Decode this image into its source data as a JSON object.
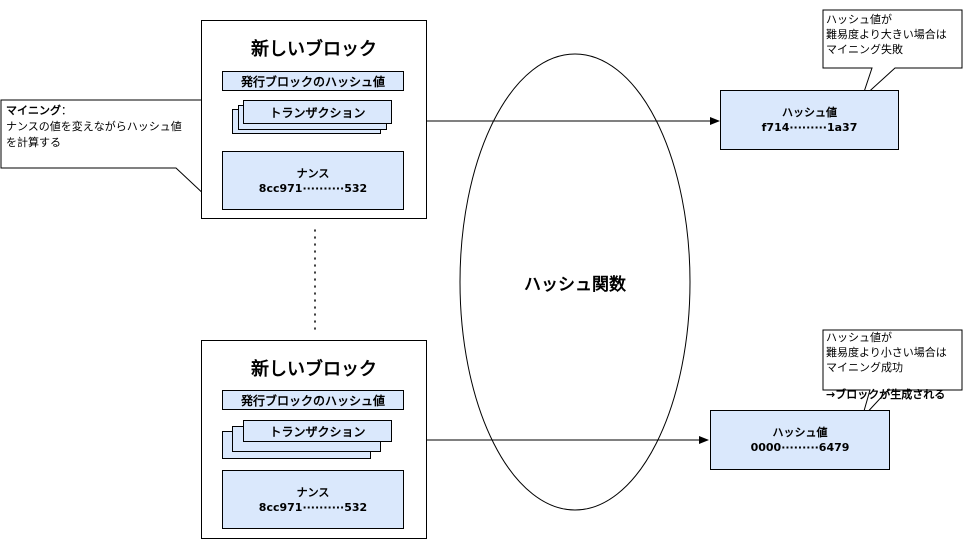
{
  "top_block": {
    "title": "新しいブロック",
    "prev_hash": "発行ブロックのハッシュ値",
    "transaction": "トランザクション",
    "nonce_label": "ナンス",
    "nonce_value": "8cc971··········532"
  },
  "bottom_block": {
    "title": "新しいブロック",
    "prev_hash": "発行ブロックのハッシュ値",
    "transaction": "トランザクション",
    "nonce_label": "ナンス",
    "nonce_value": "8cc971··········532"
  },
  "hash_function": {
    "label": "ハッシュ関数"
  },
  "hash_top": {
    "label": "ハッシュ値",
    "value": "f714·········1a37"
  },
  "hash_bottom": {
    "label": "ハッシュ値",
    "value": "0000·········6479"
  },
  "mining_note": {
    "title": "マイニング",
    "colon": "：",
    "line1": "ナンスの値を変えながらハッシュ値",
    "line2": "を計算する"
  },
  "fail_note": {
    "line1": "ハッシュ値が",
    "line2": "難易度より大きい場合は",
    "line3": "マイニング失敗"
  },
  "success_note": {
    "line1": "ハッシュ値が",
    "line2": "難易度より小さい場合は",
    "line3": "マイニング成功",
    "line4": "→ブロックが生成される"
  }
}
